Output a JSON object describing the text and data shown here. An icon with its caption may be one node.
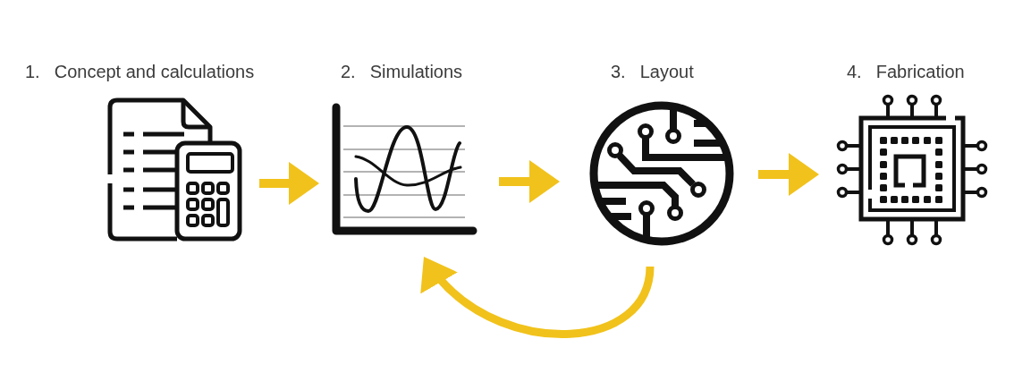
{
  "diagram": {
    "nodes": [
      {
        "text": [
          "1.",
          "Concept and calculations"
        ]
      },
      {
        "text": [
          "2.",
          "Simulations"
        ]
      },
      {
        "text": [
          "3.",
          "Layout"
        ]
      },
      {
        "text": [
          "4.",
          "Fabrication"
        ]
      }
    ],
    "edges": [
      {
        "from": 0,
        "to": 1,
        "arrow": "to"
      },
      {
        "from": 1,
        "to": 2,
        "arrow": "to"
      },
      {
        "from": 2,
        "to": 3,
        "arrow": "to"
      },
      {
        "from": 2,
        "to": 1,
        "arrow": "to"
      }
    ]
  }
}
